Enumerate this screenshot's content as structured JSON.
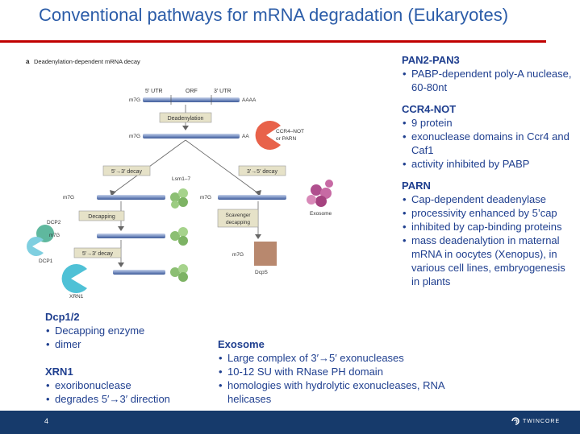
{
  "title": "Conventional pathways for mRNA degradation (Eukaryotes)",
  "figure": {
    "panel_letter": "a",
    "panel_title": "Deadenylation-dependent mRNA decay",
    "utr5": "5′ UTR",
    "orf": "ORF",
    "utr3": "3′ UTR",
    "cap": "m7G",
    "polya": "AAAA",
    "aa": "AA",
    "deadenylation": "Deadenylation",
    "ccr4_not": "CCR4–NOT",
    "or_parn": "or PARN",
    "decay_5_3": "5′→3′ decay",
    "decay_3_5": "3′→5′ decay",
    "lsm": "Lsm1–7",
    "decapping": "Decapping",
    "scavenger": "Scavenger",
    "decapping2": "decapping",
    "exosome_label": "Exosome",
    "dcp2": "DCP2",
    "dcp1": "DCP1",
    "xrn1": "XRN1",
    "dcps": "DcpS"
  },
  "pan": {
    "heading": "PAN2-PAN3",
    "items": [
      "PABP-dependent poly-A nuclease, 60-80nt"
    ]
  },
  "ccr4": {
    "heading": "CCR4-NOT",
    "items": [
      "9 protein",
      "exonuclease domains in Ccr4 and Caf1",
      "activity inhibited by PABP"
    ]
  },
  "parn": {
    "heading": "PARN",
    "items": [
      "Cap-dependent deadenylase",
      "processivity enhanced by 5’cap",
      "inhibited by cap-binding proteins",
      "mass deadenalytion in maternal mRNA in oocytes (Xenopus), in various cell lines, embryogenesis in plants"
    ]
  },
  "dcp": {
    "heading": "Dcp1/2",
    "items": [
      "Decapping enzyme",
      "dimer"
    ]
  },
  "xrn": {
    "heading": "XRN1",
    "items": [
      "exoribonuclease",
      "degrades 5′→3′ direction"
    ]
  },
  "exosome": {
    "heading": "Exosome",
    "items": [
      "Large complex of 3′→5′ exonucleases",
      "10-12 SU with RNase PH domain",
      "homologies with hydrolytic exonucleases, RNA helicases"
    ]
  },
  "footer": {
    "page_number": "4",
    "logo_text": "TWINCORE"
  },
  "colors": {
    "title": "#2b5ca8",
    "rule": "#c00000",
    "text": "#1f3f8f",
    "footer": "#163a6b"
  }
}
